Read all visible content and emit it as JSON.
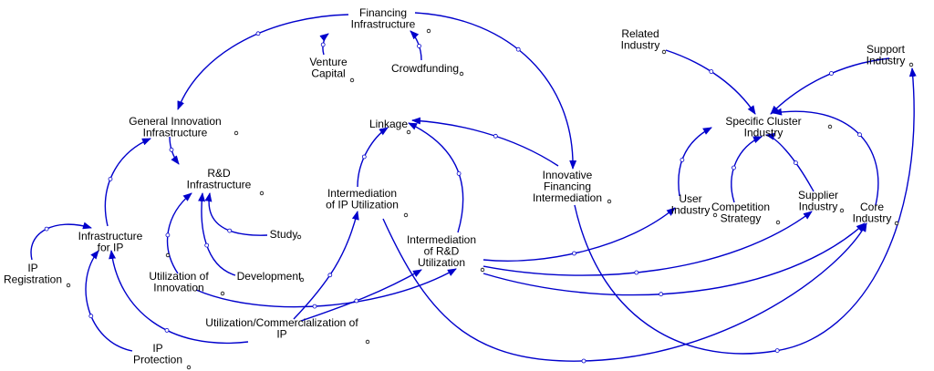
{
  "diagram": {
    "colors": {
      "arrow": "#0000CC",
      "text": "#000000",
      "background": "#FFFFFF"
    },
    "nodes": [
      {
        "id": "financing_infra",
        "lines": [
          "Financing",
          "Infrastructure"
        ]
      },
      {
        "id": "venture_capital",
        "lines": [
          "Venture",
          "Capital"
        ]
      },
      {
        "id": "crowdfunding",
        "lines": [
          "Crowdfunding"
        ]
      },
      {
        "id": "related_industry",
        "lines": [
          "Related",
          "Industry"
        ]
      },
      {
        "id": "support_industry",
        "lines": [
          "Support",
          "Industry"
        ]
      },
      {
        "id": "general_innovation_infra",
        "lines": [
          "General Innovation",
          "Infrastructure"
        ]
      },
      {
        "id": "linkage",
        "lines": [
          "Linkage"
        ]
      },
      {
        "id": "specific_cluster_industry",
        "lines": [
          "Specific Cluster",
          "Industry"
        ]
      },
      {
        "id": "rd_infra",
        "lines": [
          "R&D",
          "Infrastructure"
        ]
      },
      {
        "id": "innovative_financing_intermediation",
        "lines": [
          "Innovative",
          "Financing",
          "Intermediation"
        ]
      },
      {
        "id": "intermediation_ip_utilization",
        "lines": [
          "Intermediation",
          "of IP Utilization"
        ]
      },
      {
        "id": "user_industry",
        "lines": [
          "User",
          "Industry"
        ]
      },
      {
        "id": "competition_strategy",
        "lines": [
          "Competition",
          "Strategy"
        ]
      },
      {
        "id": "supplier_industry",
        "lines": [
          "Supplier",
          "Industry"
        ]
      },
      {
        "id": "core_industry",
        "lines": [
          "Core",
          "Industry"
        ]
      },
      {
        "id": "infrastructure_for_ip",
        "lines": [
          "Infrastructure",
          "for IP"
        ]
      },
      {
        "id": "study",
        "lines": [
          "Study"
        ]
      },
      {
        "id": "intermediation_rd_utilization",
        "lines": [
          "Intermediation",
          "of R&D",
          "Utilization"
        ]
      },
      {
        "id": "ip_registration",
        "lines": [
          "IP",
          "Registration"
        ]
      },
      {
        "id": "utilization_of_innovation",
        "lines": [
          "Utilization of",
          "Innovation"
        ]
      },
      {
        "id": "development",
        "lines": [
          "Development"
        ]
      },
      {
        "id": "utilization_commercialization_ip",
        "lines": [
          "Utilization/Commercialization of",
          "IP"
        ]
      },
      {
        "id": "ip_protection",
        "lines": [
          "IP",
          "Protection"
        ]
      }
    ]
  }
}
